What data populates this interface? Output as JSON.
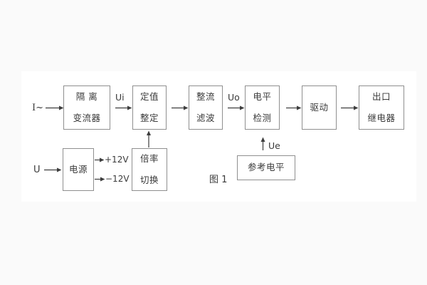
{
  "figure": {
    "caption": "图 1",
    "colors": {
      "line": "#3d3d3d",
      "box_border": "#8f8f8f",
      "text": "#3a3a3a",
      "page_bg": "#fafafa",
      "figure_bg": "#ffffff"
    },
    "inputs": {
      "ac_current": "I~",
      "supply_voltage": "U"
    },
    "signals": {
      "ui": "Ui",
      "uo": "Uo",
      "ue": "Ue",
      "plus_12v": "+12V",
      "minus_12v": "−12V"
    },
    "blocks": {
      "isolation_transformer": {
        "line1": "隔 离",
        "line2": "变流器"
      },
      "setpoint_adjust": {
        "line1": "定值",
        "line2": "整定"
      },
      "rectify_filter": {
        "line1": "整流",
        "line2": "滤波"
      },
      "level_detect": {
        "line1": "电平",
        "line2": "检测"
      },
      "drive": {
        "line1": "驱动",
        "line2": ""
      },
      "output_relay": {
        "line1": "出口",
        "line2": "继电器"
      },
      "power_supply": {
        "line1": "电源",
        "line2": ""
      },
      "ratio_switch": {
        "line1": "倍率",
        "line2": "切换"
      },
      "reference_level": {
        "line1": "参考电平",
        "line2": ""
      }
    }
  }
}
